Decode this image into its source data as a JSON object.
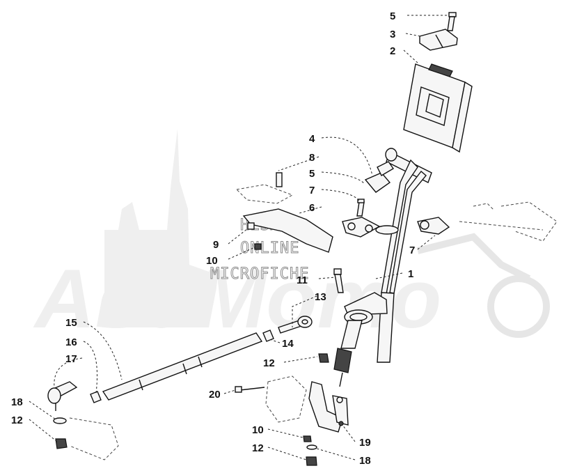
{
  "watermark": {
    "brand_text": "АвиМото",
    "lines": [
      "HLSM'S",
      "ONLINE",
      "MICROFICHE"
    ]
  },
  "callouts": [
    {
      "id": "c1",
      "label": "5"
    },
    {
      "id": "c2",
      "label": "3"
    },
    {
      "id": "c3",
      "label": "2"
    },
    {
      "id": "c4",
      "label": "4"
    },
    {
      "id": "c5",
      "label": "8"
    },
    {
      "id": "c6",
      "label": "5"
    },
    {
      "id": "c7",
      "label": "7"
    },
    {
      "id": "c8",
      "label": "6"
    },
    {
      "id": "c9",
      "label": "9"
    },
    {
      "id": "c10",
      "label": "10"
    },
    {
      "id": "c11",
      "label": "7"
    },
    {
      "id": "c12",
      "label": "1"
    },
    {
      "id": "c13",
      "label": "11"
    },
    {
      "id": "c14",
      "label": "13"
    },
    {
      "id": "c15",
      "label": "15"
    },
    {
      "id": "c16",
      "label": "14"
    },
    {
      "id": "c17",
      "label": "16"
    },
    {
      "id": "c18",
      "label": "17"
    },
    {
      "id": "c19",
      "label": "12"
    },
    {
      "id": "c20",
      "label": "20"
    },
    {
      "id": "c21",
      "label": "18"
    },
    {
      "id": "c22",
      "label": "12"
    },
    {
      "id": "c23",
      "label": "10"
    },
    {
      "id": "c24",
      "label": "19"
    },
    {
      "id": "c25",
      "label": "12"
    },
    {
      "id": "c26",
      "label": "18"
    }
  ]
}
